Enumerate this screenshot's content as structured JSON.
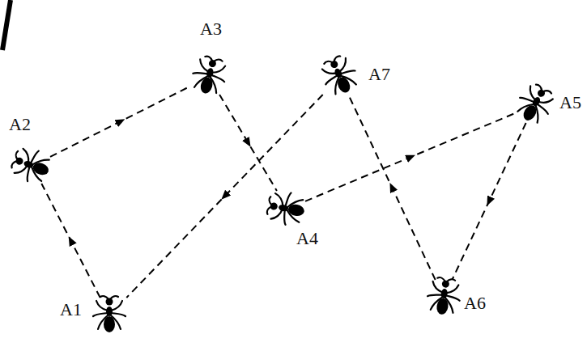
{
  "diagram": {
    "nodes": [
      {
        "text": [
          "A1"
        ]
      },
      {
        "text": [
          "A2"
        ]
      },
      {
        "text": [
          "A3"
        ]
      },
      {
        "text": [
          "A4"
        ]
      },
      {
        "text": [
          "A5"
        ]
      },
      {
        "text": [
          "A6"
        ]
      },
      {
        "text": [
          "A7"
        ]
      }
    ],
    "edges": [
      {
        "from": 0,
        "to": 1,
        "arrow": "to"
      },
      {
        "from": 1,
        "to": 2,
        "arrow": "to"
      },
      {
        "from": 2,
        "to": 3,
        "arrow": "to"
      },
      {
        "from": 3,
        "to": 4,
        "arrow": "to"
      },
      {
        "from": 4,
        "to": 5,
        "arrow": "to"
      },
      {
        "from": 5,
        "to": 6,
        "arrow": "to"
      },
      {
        "from": 6,
        "to": 0,
        "arrow": "to"
      }
    ]
  }
}
